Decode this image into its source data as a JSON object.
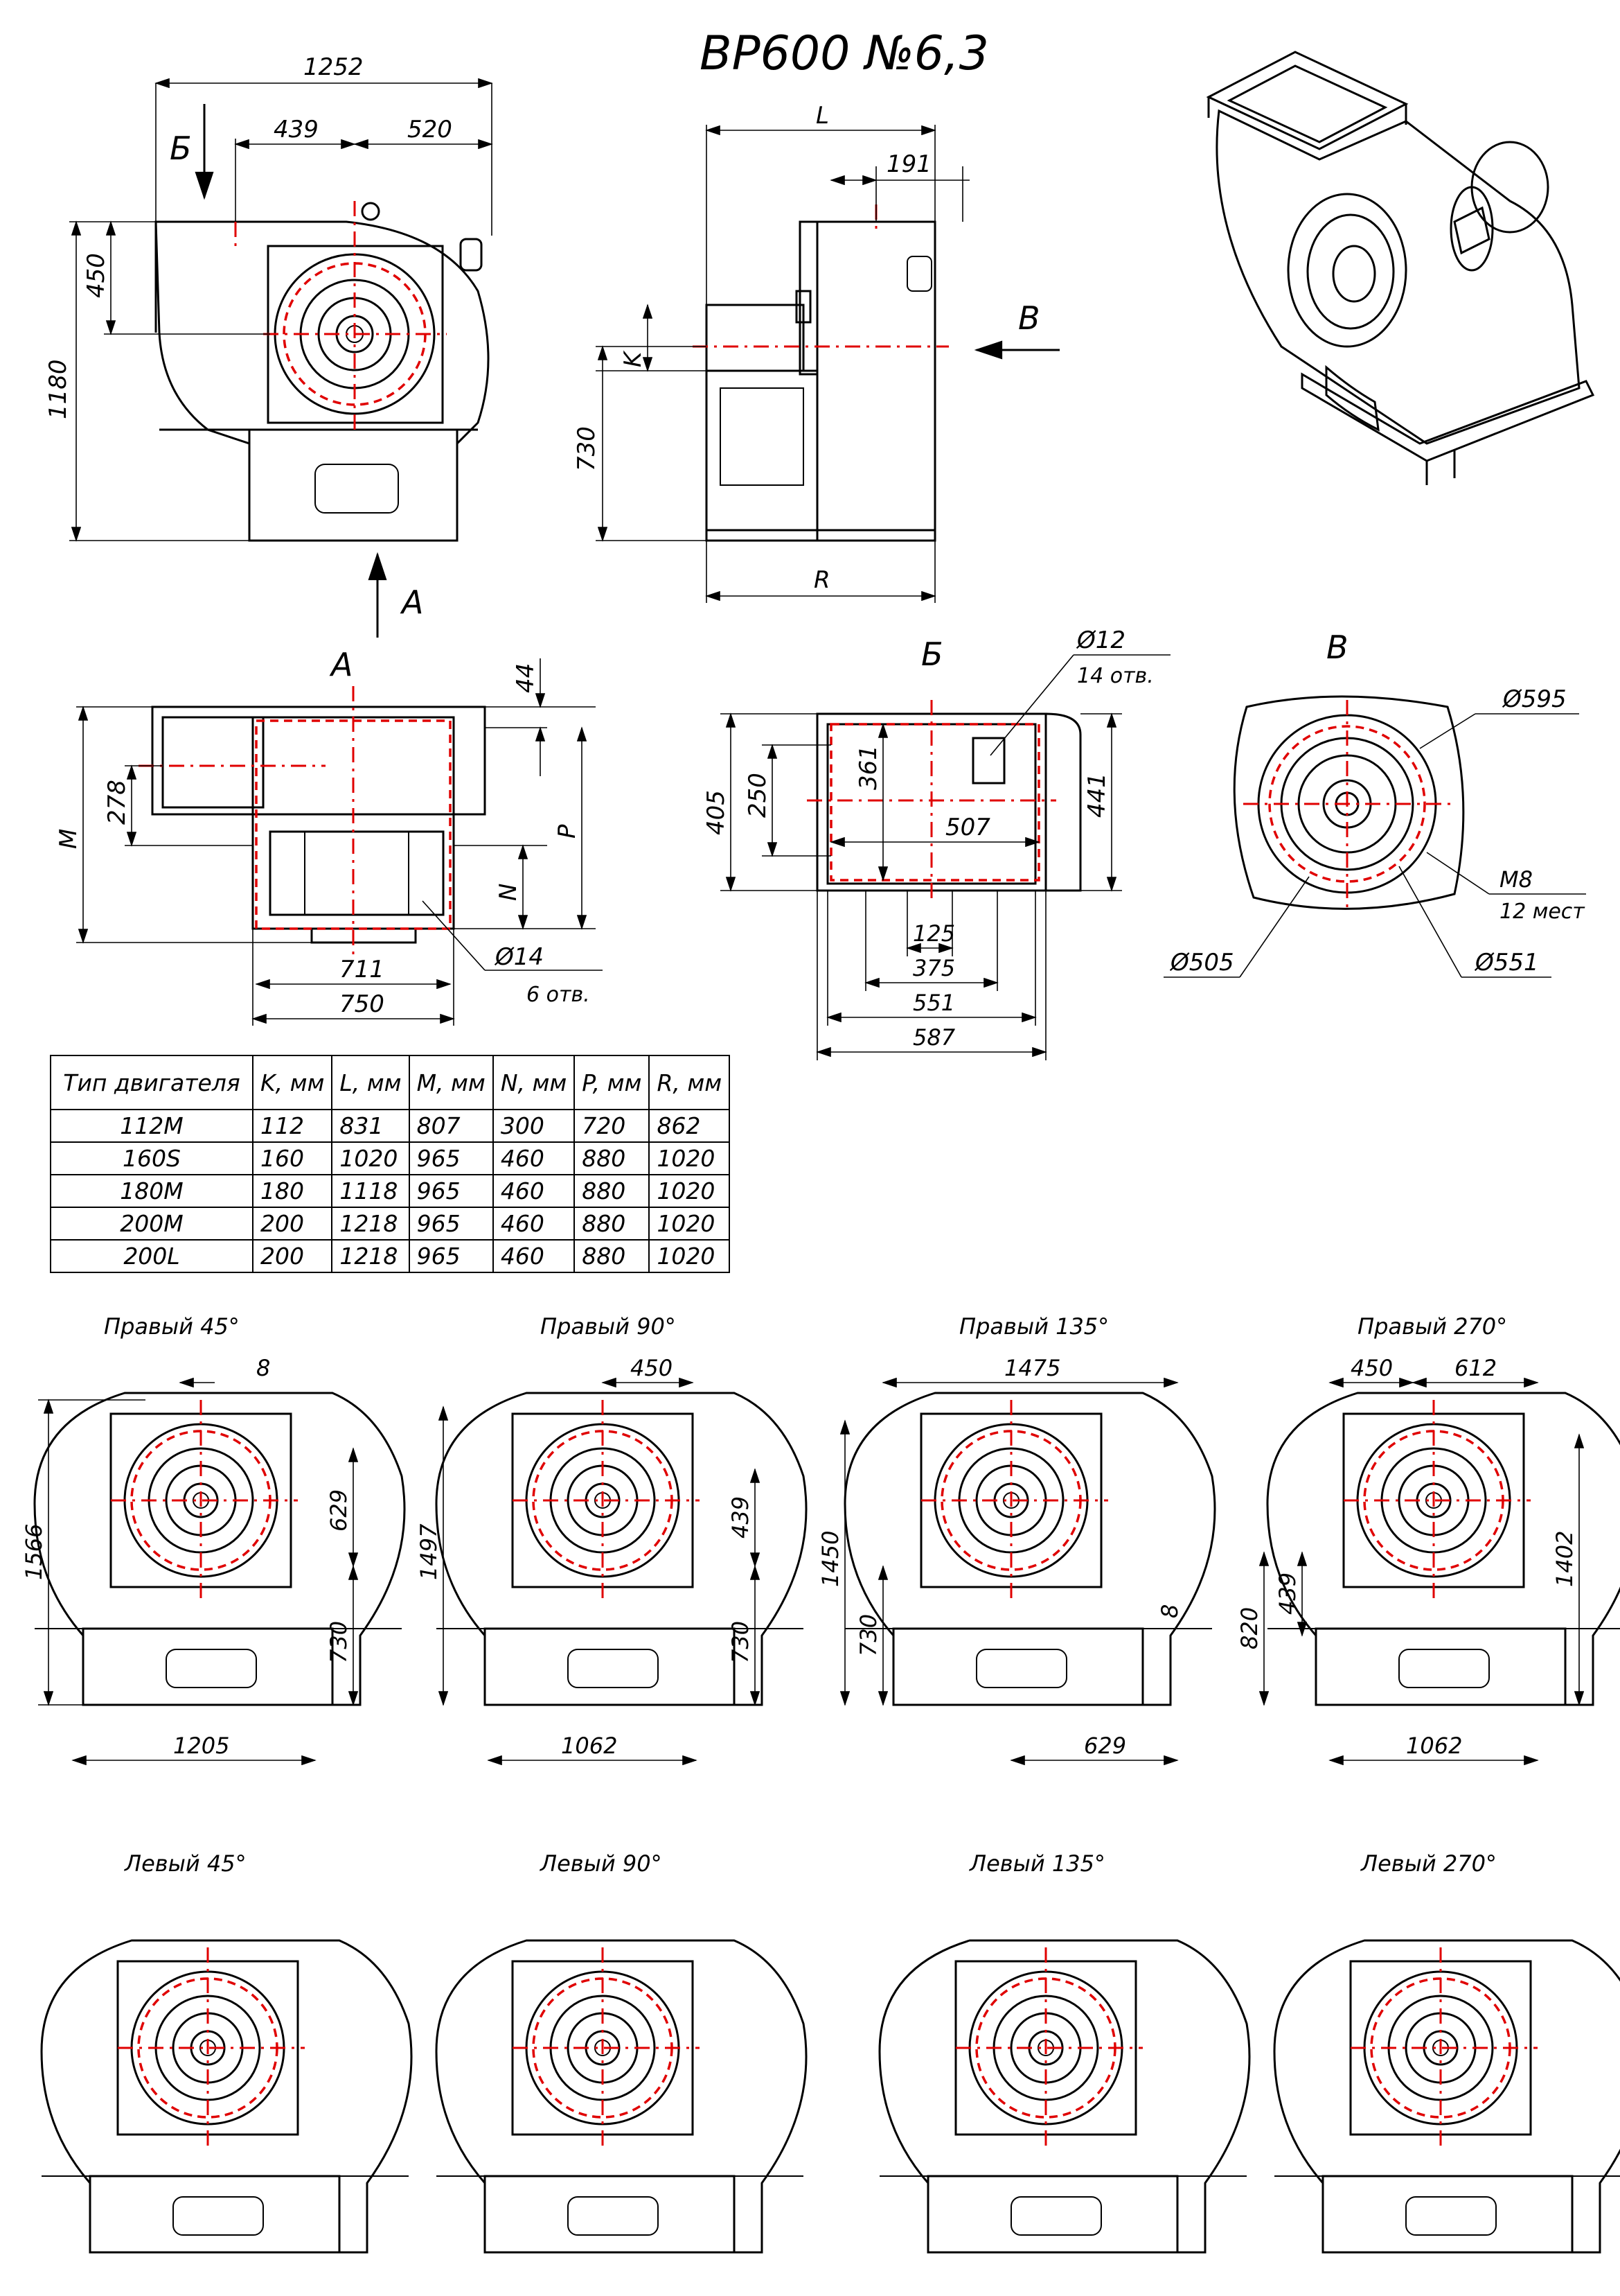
{
  "title": "ВР600 №6,3",
  "views": {
    "main": {
      "dims": {
        "total_width": "1252",
        "left_part": "439",
        "right_part": "520",
        "height": "1180",
        "axis_height": "450"
      },
      "arrow_top": "Б",
      "arrow_bottom": "А"
    },
    "side": {
      "dims": {
        "L": "L",
        "offset": "191",
        "K": "K",
        "height": "730",
        "R": "R"
      },
      "arrow": "В"
    },
    "view_a": {
      "label": "А",
      "dims": {
        "M": "M",
        "flange_h": "278",
        "top": "44",
        "P": "P",
        "N": "N",
        "inner_w": "711",
        "outer_w": "750",
        "hole": "Ø14",
        "holes_count": "6 отв."
      }
    },
    "view_b": {
      "label": "Б",
      "dims": {
        "hole": "Ø12",
        "holes_count": "14 отв.",
        "h_outer": "405",
        "h_inner": "250",
        "v_inner": "361",
        "w_inner": "507",
        "h_441": "441",
        "pitch": "125",
        "w_375": "375",
        "w_551": "551",
        "w_587": "587"
      }
    },
    "view_v": {
      "label": "В",
      "dims": {
        "d_outer": "Ø595",
        "thread": "M8",
        "thread_count": "12 мест",
        "d_inner": "Ø505",
        "d_mid": "Ø551"
      }
    }
  },
  "table": {
    "headers": [
      "Тип двигателя",
      "K, мм",
      "L, мм",
      "M, мм",
      "N, мм",
      "P, мм",
      "R, мм"
    ],
    "rows": [
      [
        "112M",
        "112",
        "831",
        "807",
        "300",
        "720",
        "862"
      ],
      [
        "160S",
        "160",
        "1020",
        "965",
        "460",
        "880",
        "1020"
      ],
      [
        "180M",
        "180",
        "1118",
        "965",
        "460",
        "880",
        "1020"
      ],
      [
        "200M",
        "200",
        "1218",
        "965",
        "460",
        "880",
        "1020"
      ],
      [
        "200L",
        "200",
        "1218",
        "965",
        "460",
        "880",
        "1020"
      ]
    ]
  },
  "right_positions": [
    {
      "label": "Правый 45°",
      "dims": [
        "8",
        "1566",
        "629",
        "730",
        "1205"
      ]
    },
    {
      "label": "Правый 90°",
      "dims": [
        "450",
        "1497",
        "439",
        "730",
        "1062"
      ]
    },
    {
      "label": "Правый 135°",
      "dims": [
        "1475",
        "1450",
        "730",
        "8",
        "629"
      ]
    },
    {
      "label": "Правый 270°",
      "dims": [
        "450",
        "612",
        "820",
        "439",
        "1402",
        "1062"
      ]
    }
  ],
  "left_positions": [
    {
      "label": "Левый 45°"
    },
    {
      "label": "Левый 90°"
    },
    {
      "label": "Левый 135°"
    },
    {
      "label": "Левый 270°"
    }
  ]
}
